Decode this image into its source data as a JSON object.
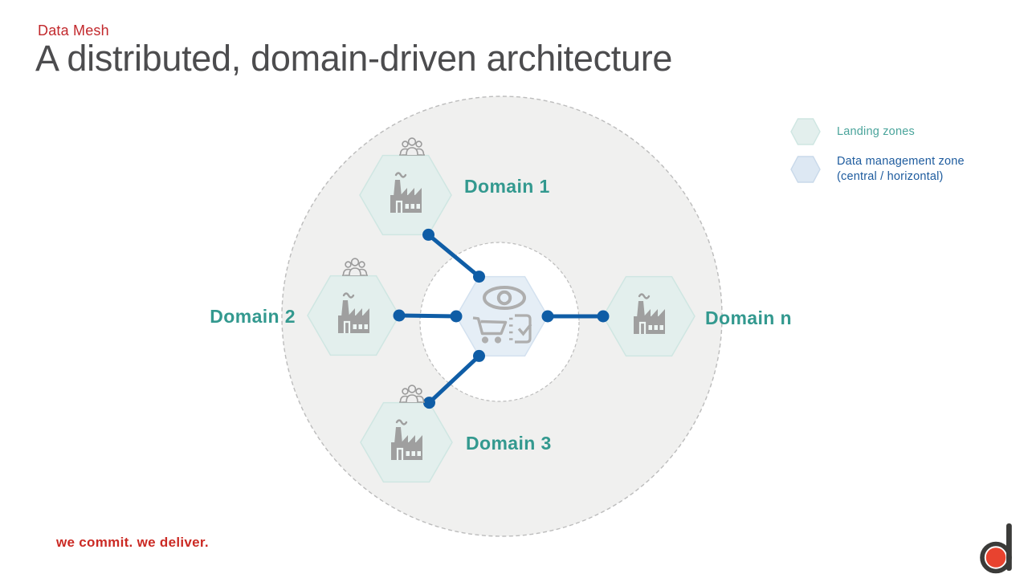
{
  "header": {
    "eyebrow": "Data Mesh",
    "title": "A distributed, domain-driven architecture"
  },
  "diagram": {
    "domains": [
      {
        "label": "Domain 1",
        "icon": "factory-icon",
        "has_team_icon": true,
        "zone_type": "landing"
      },
      {
        "label": "Domain 2",
        "icon": "factory-icon",
        "has_team_icon": true,
        "zone_type": "landing"
      },
      {
        "label": "Domain 3",
        "icon": "factory-icon",
        "has_team_icon": true,
        "zone_type": "landing"
      },
      {
        "label": "Domain n",
        "icon": "factory-icon",
        "has_team_icon": false,
        "zone_type": "landing"
      }
    ],
    "center": {
      "zone_type": "data-management",
      "icons": [
        "eye-icon",
        "shopping-cart-icon",
        "checklist-icon"
      ]
    }
  },
  "legend": {
    "landing": {
      "label": "Landing zones",
      "swatch_color": "#e3efed"
    },
    "central": {
      "line1": "Data management zone",
      "line2": "(central / horizontal)",
      "swatch_color": "#dde8f3"
    }
  },
  "footer": {
    "tagline": "we commit. we deliver."
  },
  "colors": {
    "accent_teal": "#33998f",
    "legend_teal": "#4aa49b",
    "connector_blue": "#0f5da6",
    "legend_blue": "#1d5b9e",
    "eyebrow_red": "#c2282c",
    "tagline_red": "#cb2a24",
    "logo_red": "#e8432f",
    "logo_dark": "#3b3b39",
    "title_gray": "#4c4c4e",
    "icon_gray": "#9f9f9f",
    "ring_fill": "#f0f0ef",
    "ring_dash": "#bcbcbc",
    "landing_fill": "#e3efed",
    "landing_stroke": "#cfe6e2",
    "central_fill": "#e5eef6",
    "central_stroke": "#d3e1ef"
  }
}
